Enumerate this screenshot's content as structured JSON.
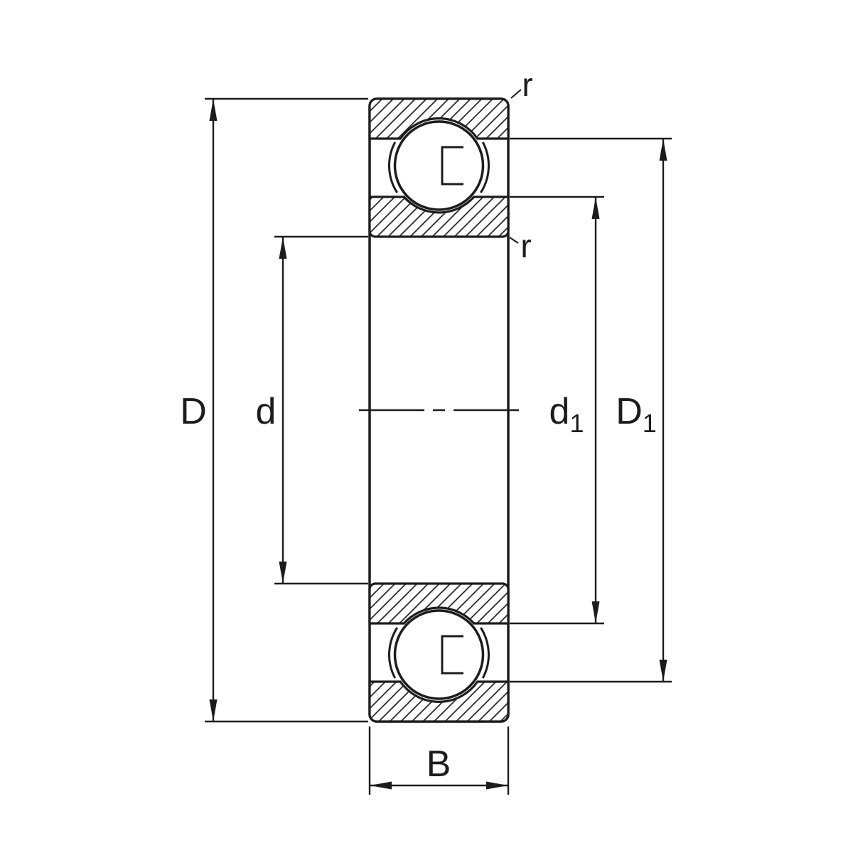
{
  "diagram": {
    "background": "#ffffff",
    "line_color": "#1c1c1c",
    "labels": {
      "D": "D",
      "d": "d",
      "d1_base": "d",
      "d1_sub": "1",
      "D1_base": "D",
      "D1_sub": "1",
      "B": "B",
      "r_top": "r",
      "r_inner": "r"
    }
  }
}
